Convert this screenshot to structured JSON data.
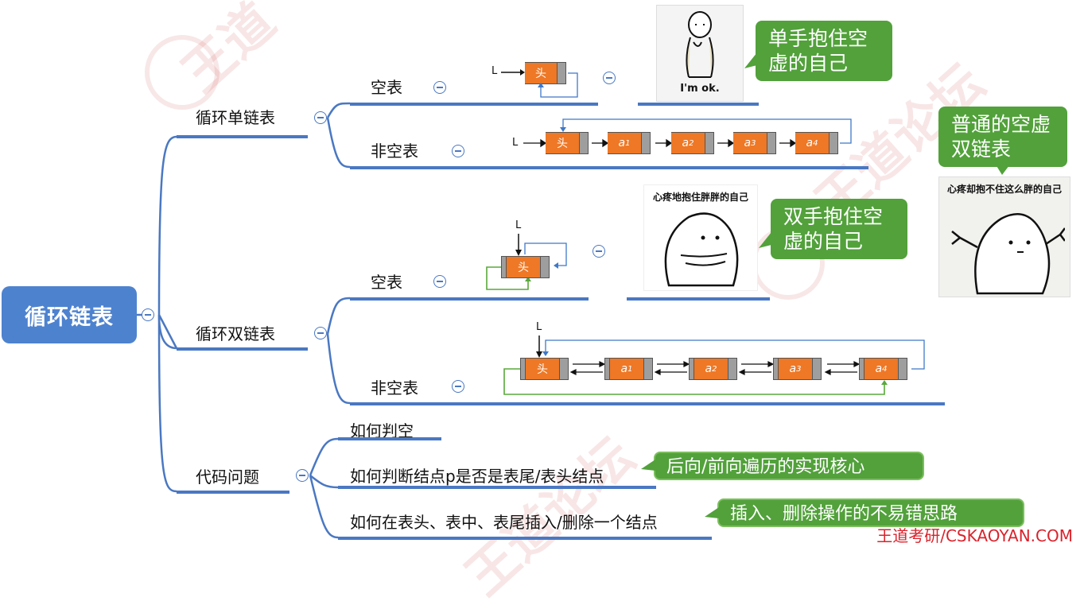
{
  "root": {
    "label": "循环链表"
  },
  "branches": {
    "single": {
      "label": "循环单链表",
      "empty": "空表",
      "nonempty": "非空表"
    },
    "double": {
      "label": "循环双链表",
      "empty": "空表",
      "nonempty": "非空表"
    },
    "code": {
      "label": "代码问题",
      "items": [
        "如何判空",
        "如何判断结点p是否是表尾/表头结点",
        "如何在表头、表中、表尾插入/删除一个结点"
      ]
    }
  },
  "diagram_labels": {
    "head": "头",
    "pointer": "L",
    "nodes": [
      "a1",
      "a2",
      "a3",
      "a4"
    ]
  },
  "callouts": {
    "single_empty": "单手抱住空虚的自己",
    "single_nonempty": "普通的空虚双链表",
    "double_empty": "双手抱住空虚的自己",
    "traverse": "后向/前向遍历的实现核心",
    "insert_delete": "插入、删除操作的不易错思路"
  },
  "memes": {
    "ok": "I'm ok.",
    "hug_self": "心疼地抱住胖胖的自己",
    "cant_hug": "心疼却抱不住这么胖的自己"
  },
  "footer": "王道考研/CSKAOYAN.COM",
  "colors": {
    "accent": "#4d82cf",
    "line": "#4a78c2",
    "callout": "#52a13b",
    "node": "#ee7826",
    "footer": "#d9232c"
  }
}
